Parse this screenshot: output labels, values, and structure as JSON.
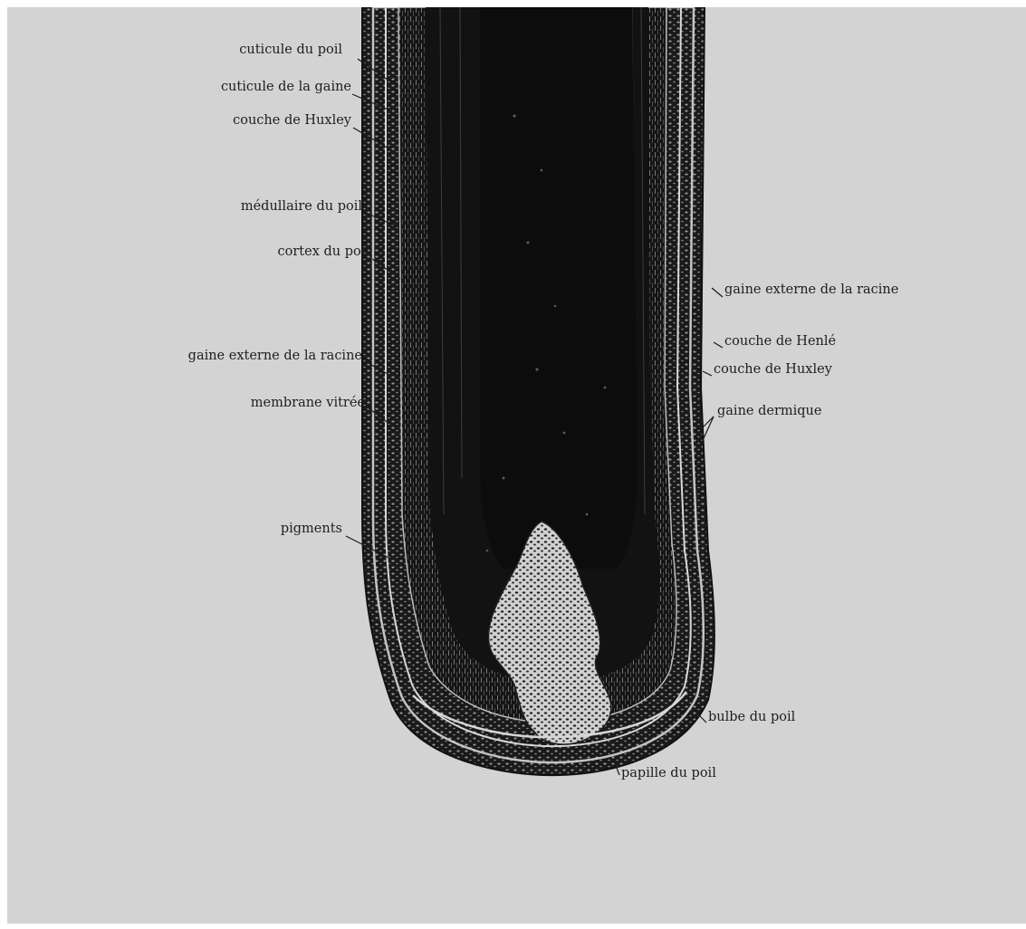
{
  "colors": {
    "background": "#d3d3d3",
    "ink": "#141414",
    "papilla": "#cfcfcf",
    "label": "#1e1e1e"
  },
  "labels_left": [
    "cuticule du poil",
    "cuticule de la gaine",
    "couche de Huxley",
    "médullaire du poil",
    "cortex du poil",
    "gaine externe de la racine",
    "membrane vitrée",
    "pigments"
  ],
  "labels_right": [
    "gaine externe de la racine",
    "couche de Henlé",
    "couche de Huxley",
    "gaine dermique",
    "bulbe du poil",
    "papille du poil"
  ]
}
